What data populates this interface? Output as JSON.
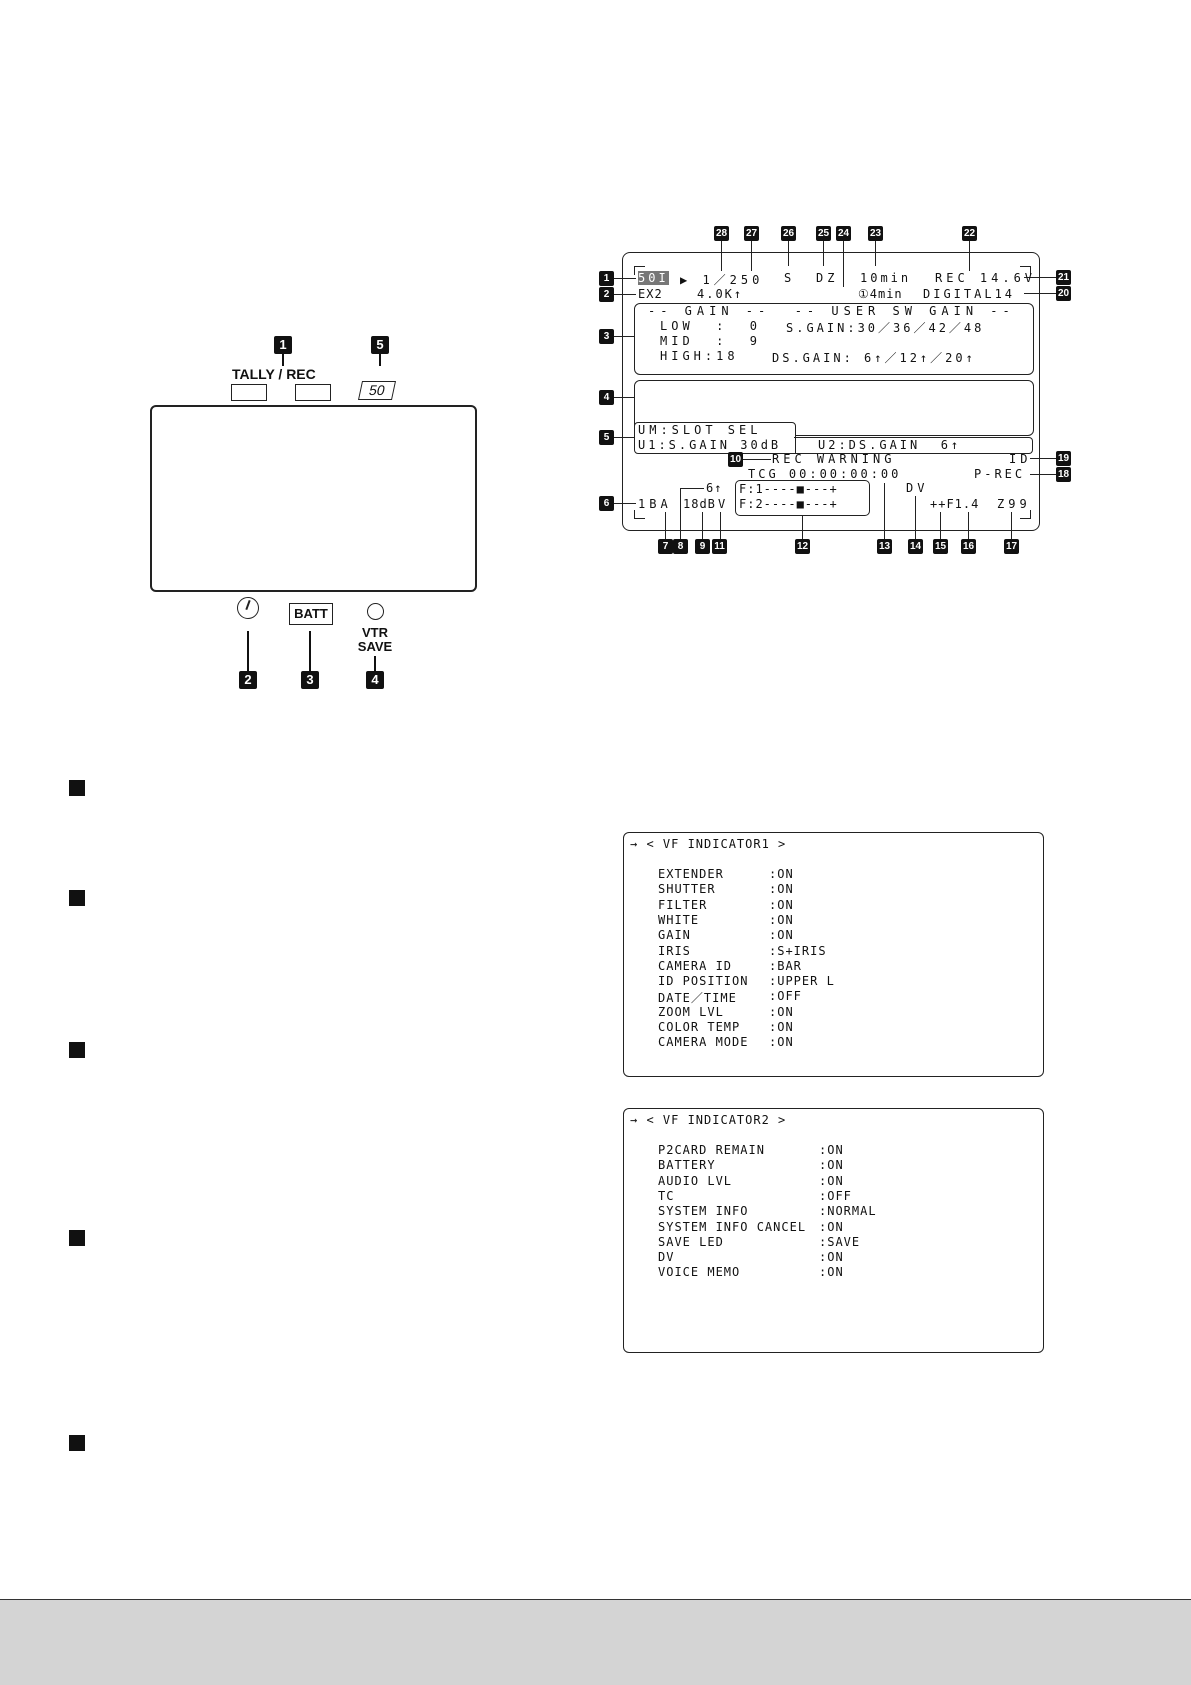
{
  "left_panel": {
    "tally_label": "TALLY / REC",
    "frame_label": "50",
    "batt_label": "BATT",
    "vtr_label": "VTR\nSAVE",
    "badges": [
      "1",
      "5",
      "2",
      "3",
      "4"
    ]
  },
  "vf_display": {
    "r1_a": "50I",
    "r1_b": "▶ 1／250",
    "r1_c": "S",
    "r1_d": "DZ",
    "r1_e": "10min",
    "r1_f": "REC 14.6V",
    "r2_a": "EX2",
    "r2_b": "4.0K↑",
    "r2_c": "①4min",
    "r2_d": "DIGITAL14",
    "gain_hdr": "-- GAIN --  -- USER SW GAIN --",
    "gain_l1": "LOW  :  0",
    "gain_l2": "MID  :  9",
    "gain_l3": "HIGH:18",
    "gain_r1": "S.GAIN:30／36／42／48",
    "gain_r2": "DS.GAIN: 6↑／12↑／20↑",
    "um_l1": "UM:SLOT SEL",
    "um_l2": "U1:S.GAIN 30dB",
    "um_l3": "U2:DS.GAIN  6↑",
    "rec_warning": "REC WARNING",
    "tcg": "TCG 00:00:00:00",
    "id": "ID",
    "prec": "P-REC",
    "six": "6↑",
    "f1": "F:1----■---+",
    "f2": "F:2----■---+",
    "dv": "DV",
    "ba": "1BA",
    "db": "18dB",
    "v": "V",
    "ff": "++F1.4",
    "z": "Z99",
    "badges_top": [
      "28",
      "27",
      "26",
      "25",
      "24",
      "23",
      "22"
    ],
    "badges_left": [
      "1",
      "2",
      "3",
      "4",
      "5",
      "6"
    ],
    "badges_right": [
      "21",
      "20",
      "19",
      "18"
    ],
    "badges_bottom": [
      "7",
      "8",
      "9",
      "11",
      "12",
      "13",
      "14",
      "15",
      "16",
      "17"
    ],
    "badge_10": "10"
  },
  "menu1": {
    "title": "→ < VF INDICATOR1 >",
    "items": [
      {
        "name": "EXTENDER",
        "value": ":ON"
      },
      {
        "name": "SHUTTER",
        "value": ":ON"
      },
      {
        "name": "FILTER",
        "value": ":ON"
      },
      {
        "name": "WHITE",
        "value": ":ON"
      },
      {
        "name": "GAIN",
        "value": ":ON"
      },
      {
        "name": "IRIS",
        "value": ":S+IRIS"
      },
      {
        "name": "CAMERA ID",
        "value": ":BAR"
      },
      {
        "name": "ID POSITION",
        "value": ":UPPER L"
      },
      {
        "name": "DATE／TIME",
        "value": ":OFF"
      },
      {
        "name": "ZOOM LVL",
        "value": ":ON"
      },
      {
        "name": "COLOR TEMP",
        "value": ":ON"
      },
      {
        "name": "CAMERA MODE",
        "value": ":ON"
      }
    ]
  },
  "menu2": {
    "title": "→ < VF INDICATOR2 >",
    "items": [
      {
        "name": "P2CARD REMAIN",
        "value": ":ON"
      },
      {
        "name": "BATTERY",
        "value": ":ON"
      },
      {
        "name": "AUDIO LVL",
        "value": ":ON"
      },
      {
        "name": "TC",
        "value": ":OFF"
      },
      {
        "name": "SYSTEM INFO",
        "value": ":NORMAL"
      },
      {
        "name": "SYSTEM INFO CANCEL",
        "value": ":ON"
      },
      {
        "name": "SAVE LED",
        "value": ":SAVE"
      },
      {
        "name": "DV",
        "value": ":ON"
      },
      {
        "name": "VOICE MEMO",
        "value": ":ON"
      }
    ]
  }
}
